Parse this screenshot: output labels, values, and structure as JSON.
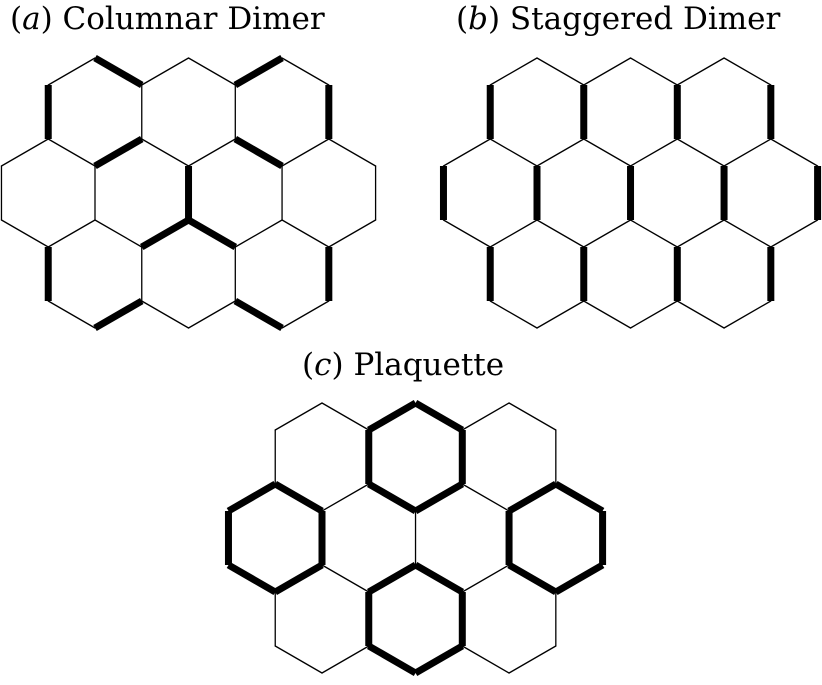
{
  "panels": [
    {
      "id": "a",
      "letter": "a",
      "title": "Columnar Dimer"
    },
    {
      "id": "b",
      "letter": "b",
      "title": "Staggered Dimer"
    },
    {
      "id": "c",
      "letter": "c",
      "title": "Plaquette"
    }
  ],
  "colors": {
    "line": "#000000",
    "background": "#ffffff"
  }
}
